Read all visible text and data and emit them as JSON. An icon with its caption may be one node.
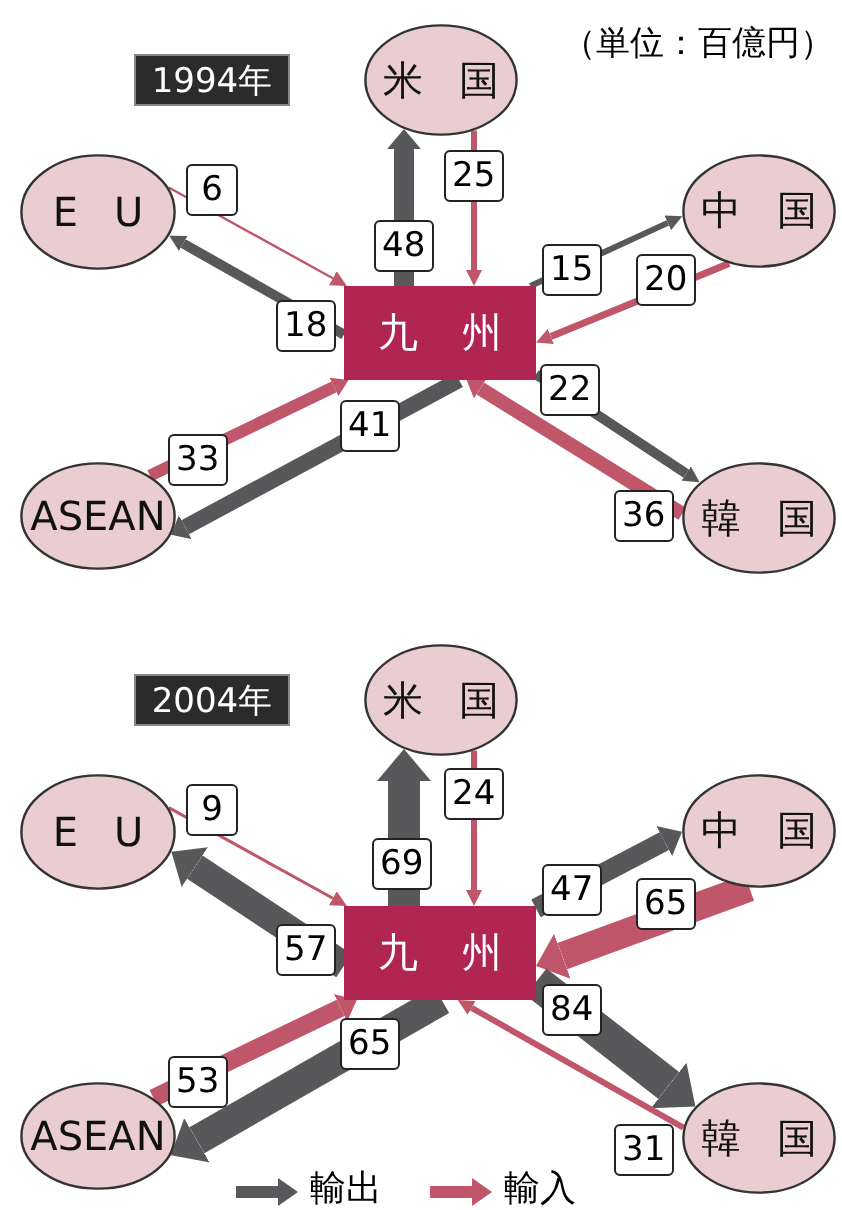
{
  "diagram": {
    "nodes": [
      {
        "text": [
          "1994年"
        ]
      },
      {
        "text": [
          "米国"
        ]
      },
      {
        "text": [
          "EU"
        ]
      },
      {
        "text": [
          "中国"
        ]
      },
      {
        "text": [
          "九州"
        ]
      },
      {
        "text": [
          "ASEAN"
        ]
      },
      {
        "text": [
          "韓国"
        ]
      },
      {
        "text": [
          "2004年"
        ]
      },
      {
        "text": [
          "米国"
        ]
      },
      {
        "text": [
          "EU"
        ]
      },
      {
        "text": [
          "中国"
        ]
      },
      {
        "text": [
          "九州"
        ]
      },
      {
        "text": [
          "ASEAN"
        ]
      },
      {
        "text": [
          "韓国"
        ]
      }
    ],
    "edges": [
      {
        "from": 4,
        "to": 1,
        "arrow": "to",
        "label": "48",
        "color": "#58585a"
      },
      {
        "from": 1,
        "to": 4,
        "arrow": "to",
        "label": "25",
        "color": "#c0566a"
      },
      {
        "from": 4,
        "to": 2,
        "arrow": "to",
        "label": "18",
        "color": "#58585a"
      },
      {
        "from": 2,
        "to": 4,
        "arrow": "to",
        "label": "6",
        "color": "#c0566a"
      },
      {
        "from": 4,
        "to": 3,
        "arrow": "to",
        "label": "15",
        "color": "#58585a"
      },
      {
        "from": 3,
        "to": 4,
        "arrow": "to",
        "label": "20",
        "color": "#c0566a"
      },
      {
        "from": 4,
        "to": 5,
        "arrow": "to",
        "label": "41",
        "color": "#58585a"
      },
      {
        "from": 5,
        "to": 4,
        "arrow": "to",
        "label": "33",
        "color": "#c0566a"
      },
      {
        "from": 4,
        "to": 6,
        "arrow": "to",
        "label": "22",
        "color": "#58585a"
      },
      {
        "from": 6,
        "to": 4,
        "arrow": "to",
        "label": "36",
        "color": "#c0566a"
      },
      {
        "from": 11,
        "to": 8,
        "arrow": "to",
        "label": "69",
        "color": "#58585a",
        "style": "thick"
      },
      {
        "from": 8,
        "to": 11,
        "arrow": "to",
        "label": "24",
        "color": "#c0566a"
      },
      {
        "from": 11,
        "to": 9,
        "arrow": "to",
        "label": "57",
        "color": "#58585a",
        "style": "thick"
      },
      {
        "from": 9,
        "to": 11,
        "arrow": "to",
        "label": "9",
        "color": "#c0566a"
      },
      {
        "from": 11,
        "to": 10,
        "arrow": "to",
        "label": "47",
        "color": "#58585a"
      },
      {
        "from": 10,
        "to": 11,
        "arrow": "to",
        "label": "65",
        "color": "#c0566a",
        "style": "thick"
      },
      {
        "from": 11,
        "to": 12,
        "arrow": "to",
        "label": "65",
        "color": "#58585a",
        "style": "thick"
      },
      {
        "from": 12,
        "to": 11,
        "arrow": "to",
        "label": "53",
        "color": "#c0566a"
      },
      {
        "from": 11,
        "to": 13,
        "arrow": "to",
        "label": "84",
        "color": "#58585a",
        "style": "thick"
      },
      {
        "from": 13,
        "to": 11,
        "arrow": "to",
        "label": "31",
        "color": "#c0566a"
      }
    ],
    "labels": [
      "（単位：百億円）"
    ],
    "legend": [
      {
        "text": "輸出",
        "color": "#58585a"
      },
      {
        "text": "輸入",
        "color": "#c0566a"
      }
    ]
  }
}
